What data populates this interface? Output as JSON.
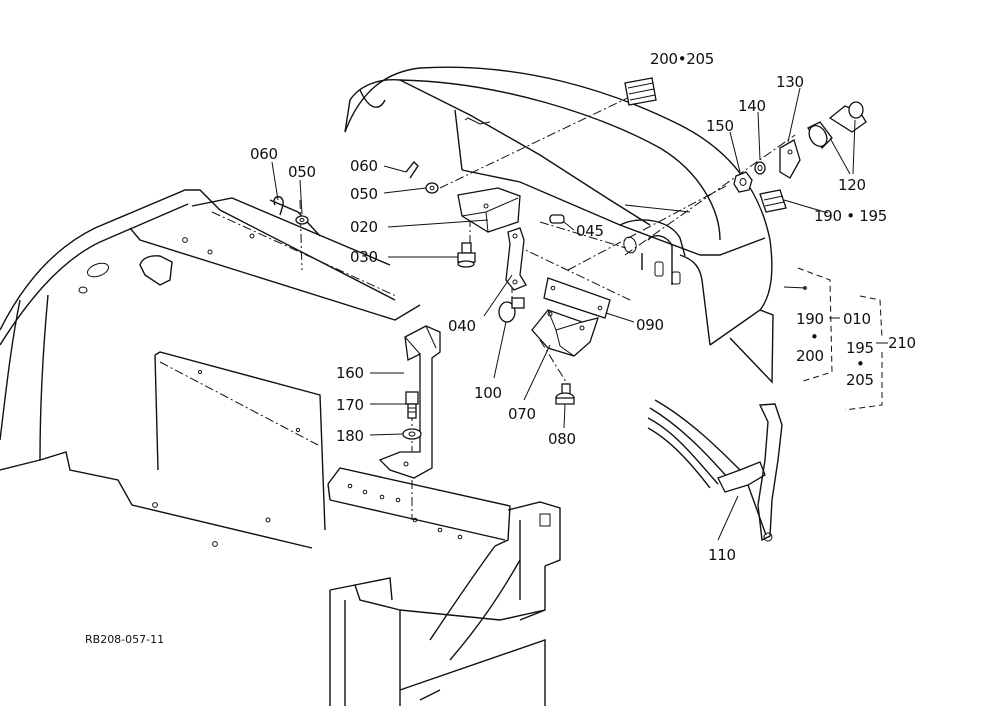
{
  "labels": {
    "l200_205": "200•205",
    "l130": "130",
    "l140": "140",
    "l150": "150",
    "l120": "120",
    "l190_195": "190 • 195",
    "l060a": "060",
    "l050a": "050",
    "l060b": "060",
    "l050b": "050",
    "l020": "020",
    "l030": "030",
    "l045": "045",
    "l040": "040",
    "l090": "090",
    "l100": "100",
    "l070": "070",
    "l080": "080",
    "l160": "160",
    "l170": "170",
    "l180": "180",
    "l110": "110",
    "g190": "190",
    "g010": "010",
    "g200": "200",
    "g195": "195",
    "g205": "205",
    "g210": "210",
    "dot": "•"
  },
  "caption": "RB208-057-11"
}
